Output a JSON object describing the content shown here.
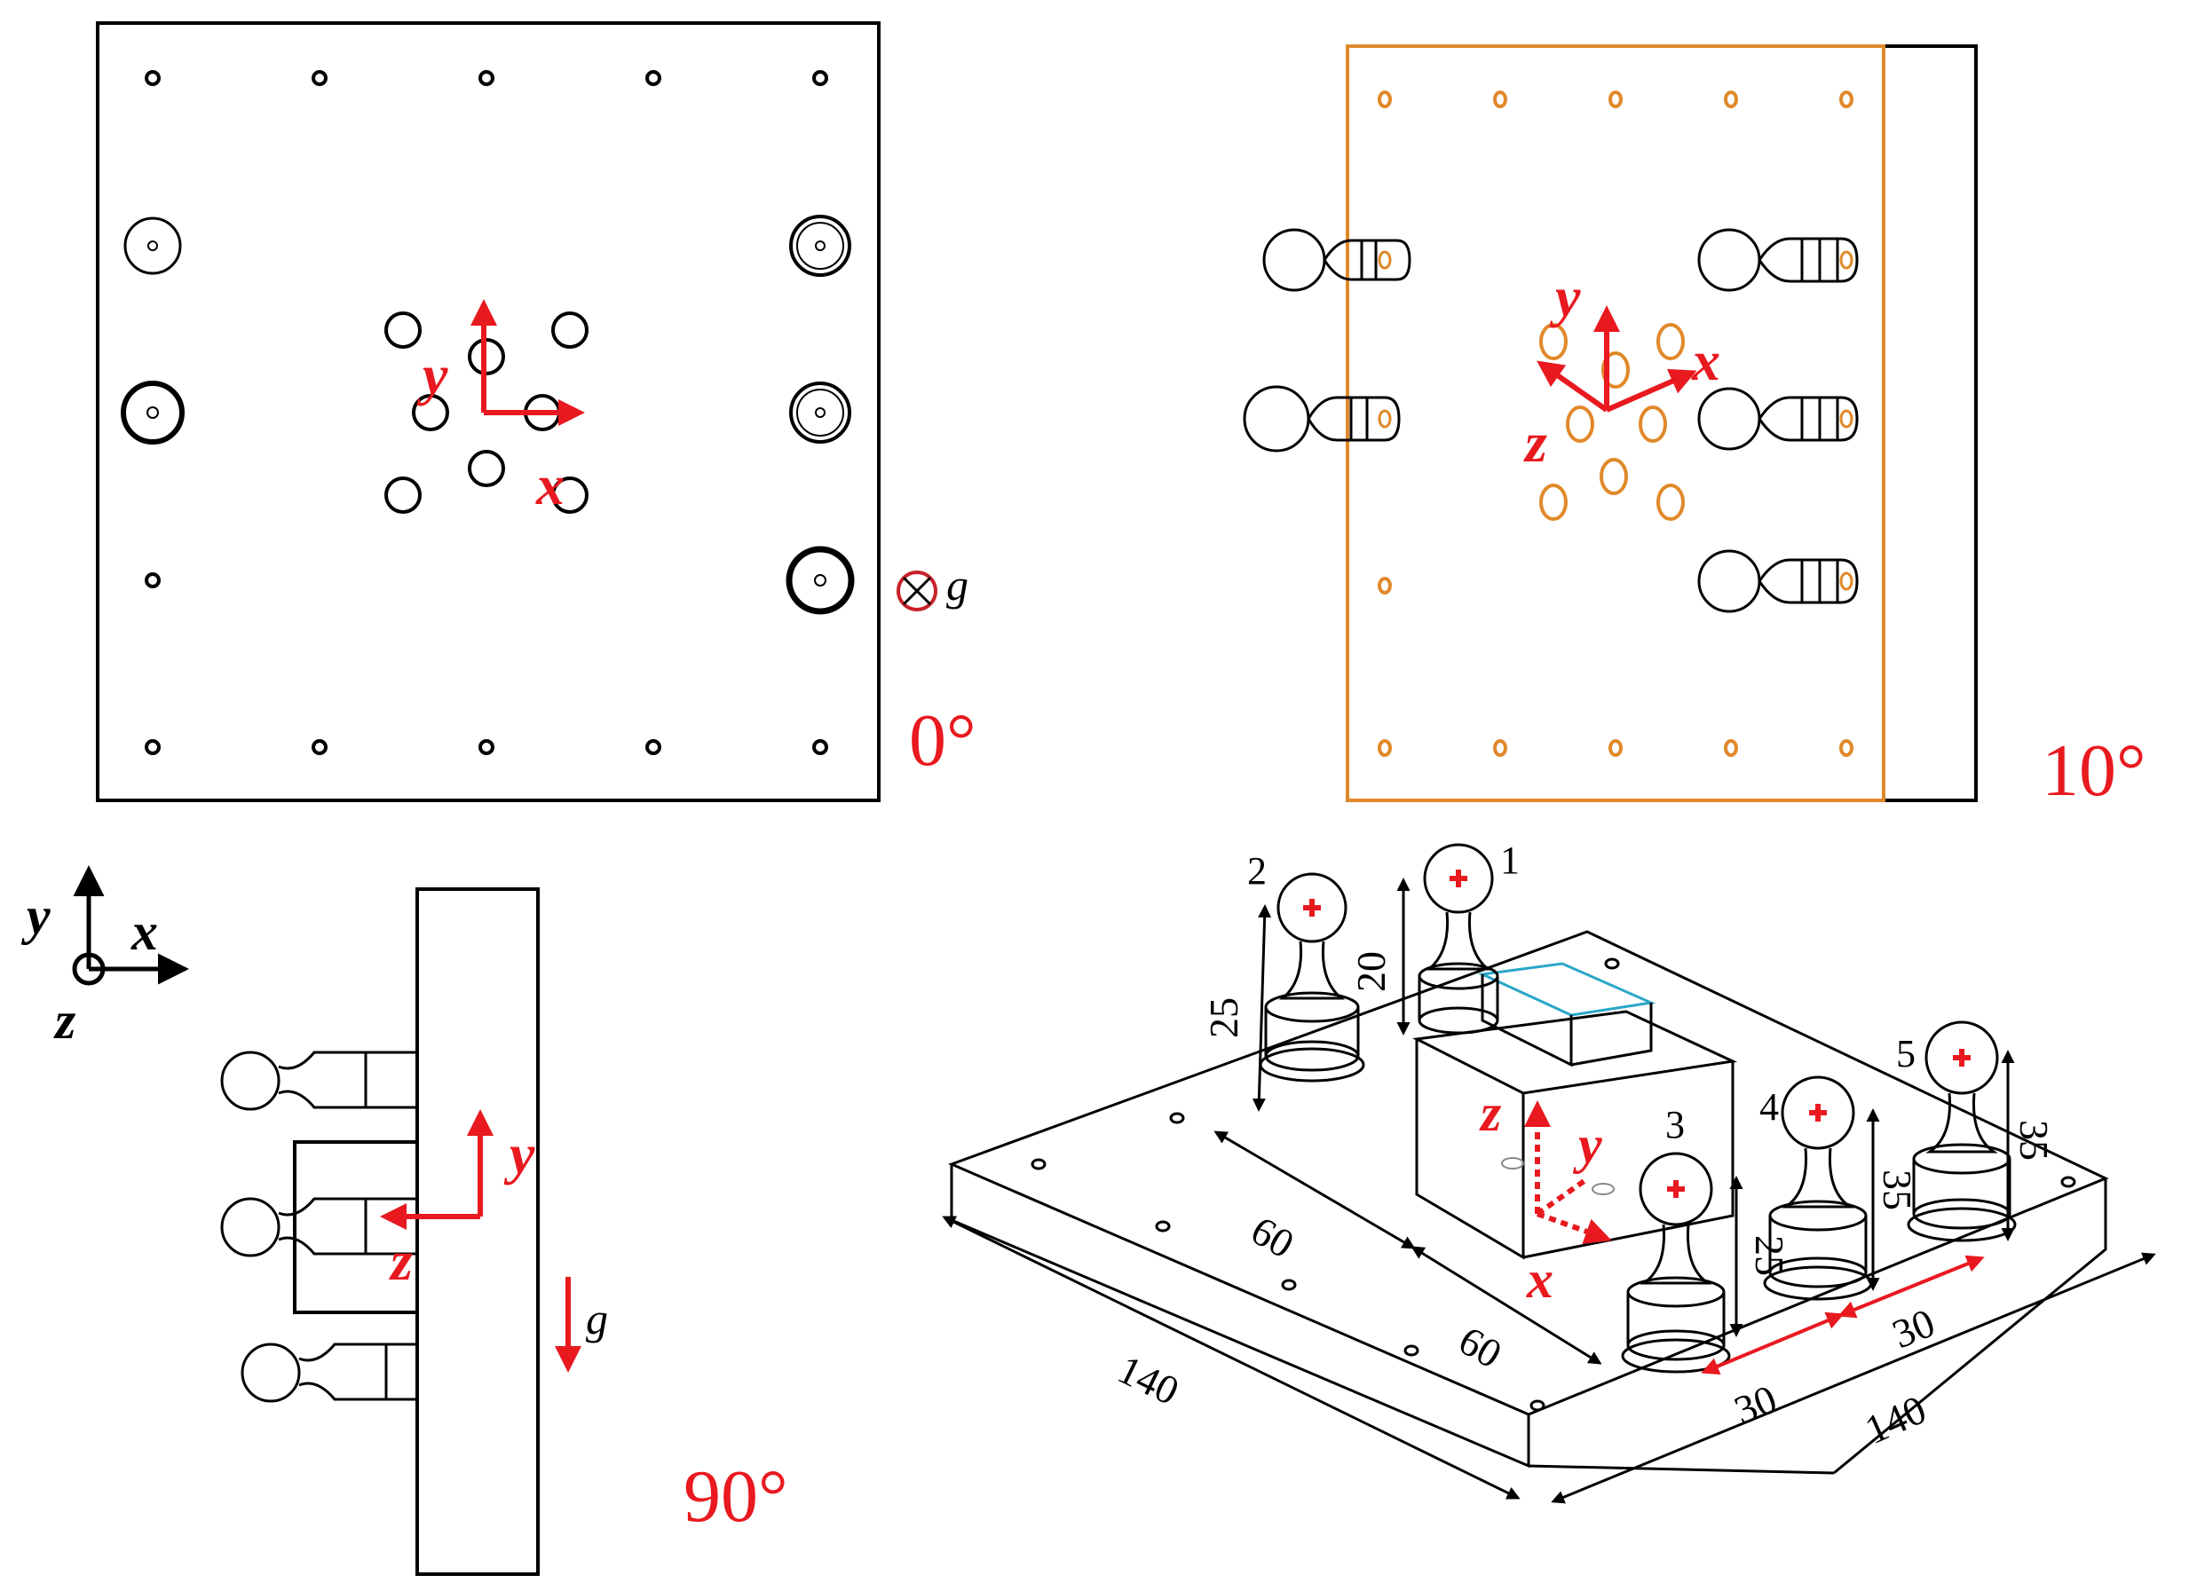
{
  "colors": {
    "accent_red": "#e8191f",
    "orange": "#e0892a",
    "line": "#000000",
    "cyan_edge": "#2aa6c8"
  },
  "panels": {
    "top_left": {
      "angle_label": "0°",
      "axis_x": "x",
      "axis_y": "y",
      "gravity_label": "g"
    },
    "top_right": {
      "angle_label": "10°",
      "axis_x": "x",
      "axis_y": "y",
      "axis_z": "z"
    },
    "bottom_left": {
      "angle_label": "90°",
      "legend_axis_x": "x",
      "legend_axis_y": "y",
      "legend_axis_z": "z",
      "axis_y": "y",
      "axis_z": "z",
      "gravity_label": "g"
    },
    "bottom_right": {
      "axis_x": "x",
      "axis_y": "y",
      "axis_z": "z",
      "post_labels": [
        "1",
        "2",
        "3",
        "4",
        "5"
      ],
      "dimensions": {
        "h1": "20",
        "h2": "25",
        "h3": "25",
        "h4": "35",
        "h5": "35",
        "spacing_a": "60",
        "spacing_b": "60",
        "spacing_c": "30",
        "spacing_d": "30",
        "plate_left": "140",
        "plate_right": "140"
      }
    }
  }
}
